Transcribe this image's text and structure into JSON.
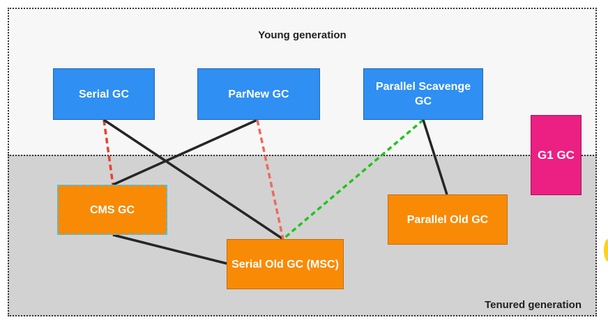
{
  "regions": {
    "young": "Young generation",
    "tenured": "Tenured generation"
  },
  "collectors": {
    "serial": "Serial GC",
    "parnew": "ParNew GC",
    "parallel_scavenge": "Parallel Scavenge GC",
    "g1": "G1 GC",
    "cms": "CMS GC",
    "serial_old": "Serial Old GC (MSC)",
    "parallel_old": "Parallel Old GC"
  },
  "connections": [
    {
      "from": "Serial GC",
      "to": "CMS GC",
      "style": "dashed",
      "color": "#e8412c"
    },
    {
      "from": "Serial GC",
      "to": "Serial Old GC (MSC)",
      "style": "solid",
      "color": "#262626"
    },
    {
      "from": "ParNew GC",
      "to": "CMS GC",
      "style": "solid",
      "color": "#262626"
    },
    {
      "from": "ParNew GC",
      "to": "Serial Old GC (MSC)",
      "style": "dashed",
      "color": "#ef6a5a"
    },
    {
      "from": "Parallel Scavenge GC",
      "to": "Serial Old GC (MSC)",
      "style": "dashed",
      "color": "#22c41c"
    },
    {
      "from": "Parallel Scavenge GC",
      "to": "Parallel Old GC",
      "style": "solid",
      "color": "#262626"
    },
    {
      "from": "CMS GC",
      "to": "Serial Old GC (MSC)",
      "style": "solid",
      "color": "#262626"
    }
  ],
  "colors": {
    "young_collector": "#2f8ff2",
    "old_collector": "#f98a05",
    "g1_collector": "#ec1f82",
    "young_region": "#f7f7f7",
    "tenured_region": "#d2d2d2"
  }
}
